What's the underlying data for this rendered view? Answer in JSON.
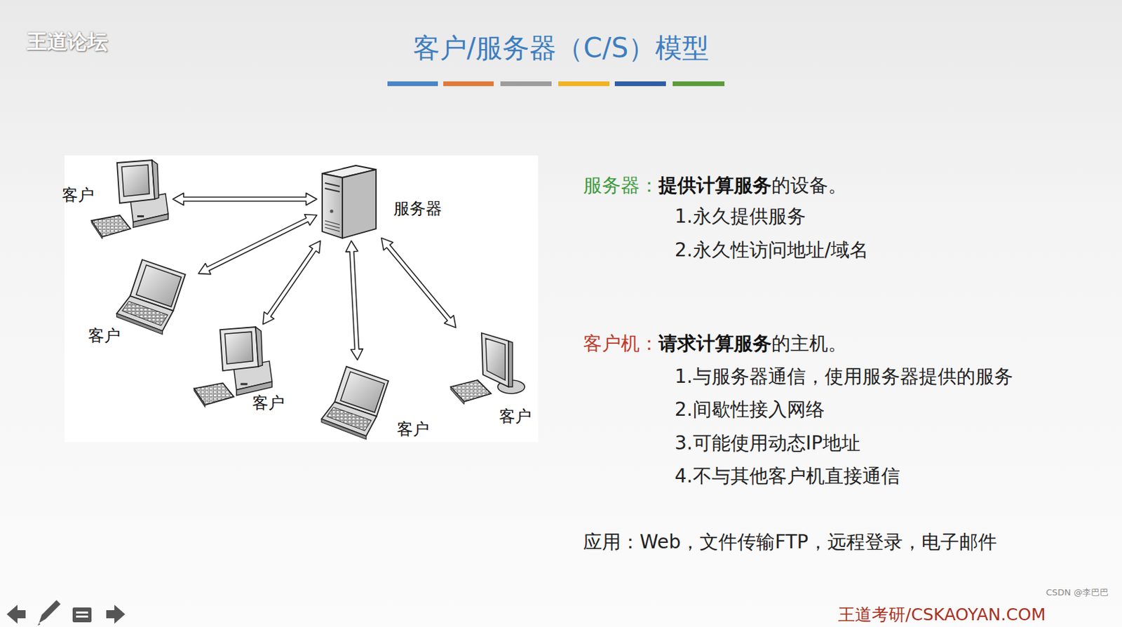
{
  "diagram": {
    "title": "客户/服务器（C/S）模型",
    "nodes": [
      {
        "text": [
          "客户"
        ]
      },
      {
        "text": [
          "服务器"
        ]
      },
      {
        "text": [
          "客户"
        ]
      },
      {
        "text": [
          "客户"
        ]
      },
      {
        "text": [
          "客户"
        ]
      },
      {
        "text": [
          "客户"
        ]
      }
    ],
    "edges": [
      {
        "from": 0,
        "to": 1,
        "arrow": "both"
      },
      {
        "from": 2,
        "to": 1,
        "arrow": "both"
      },
      {
        "from": 3,
        "to": 1,
        "arrow": "both"
      },
      {
        "from": 4,
        "to": 1,
        "arrow": "both"
      },
      {
        "from": 5,
        "to": 1,
        "arrow": "both"
      }
    ],
    "labels": [
      "王道论坛",
      "服务器：",
      "提供计算服务",
      "的设备。",
      "1.永久提供服务",
      "2.永久性访问地址/域名",
      "客户机：",
      "请求计算服务",
      "的主机。",
      "1.与服务器通信，使用服务器提供的服务",
      "2.间歇性接入网络",
      "3.可能使用动态IP地址",
      "4.不与其他客户机直接通信",
      "应用：Web，文件传输FTP，远程登录，电子邮件",
      "王道考研/CSKAOYAN.COM",
      "CSDN @李巴巴"
    ]
  }
}
